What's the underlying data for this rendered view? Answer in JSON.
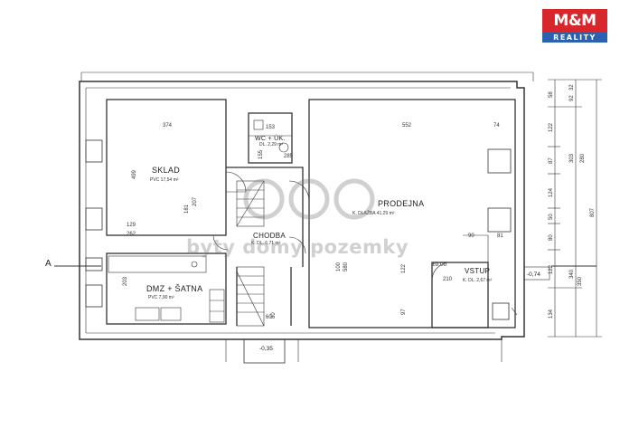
{
  "logo": {
    "brand": "M&M",
    "tagline": "REALITY"
  },
  "watermark": "byty domy pozemky",
  "section_marker": "A",
  "rooms": {
    "sklad": {
      "name": "SKLAD",
      "area": "PVC 17,54 m²"
    },
    "wc": {
      "name": "WC + ÚK.",
      "area": "DL. 2,29 m²"
    },
    "prodejna": {
      "name": "PRODEJNA",
      "area": "K. DLAŽBA 41,29 m²"
    },
    "chodba": {
      "name": "CHODBA",
      "area": "K. DL. 6,71 m²"
    },
    "dmz": {
      "name": "DMZ + ŠATNA",
      "area": "PVC 7,90 m²"
    },
    "vstup": {
      "name": "VSTUP",
      "area": "K. DL. 2,67 m²"
    }
  },
  "levels": {
    "zero": "±0,00",
    "minus_top": "-0,35",
    "minus_right": "-0,74"
  },
  "dims": {
    "d_374": "374",
    "d_153": "153",
    "d_552": "552",
    "d_74": "74",
    "d_499": "499",
    "d_129": "129",
    "d_262": "262",
    "d_181": "181",
    "d_207": "207",
    "d_155": "155",
    "d_285": "285",
    "d_90": "90",
    "d_81": "81",
    "d_100": "100",
    "d_210": "210",
    "d_60": "60",
    "d_80": "80",
    "d_122": "122",
    "d_97": "97",
    "d_203": "203",
    "d_580": "580",
    "r1": "58",
    "r2": "122",
    "r3": "87",
    "r4": "124",
    "r5": "50",
    "r6": "80",
    "r7": "122",
    "r8": "134",
    "rr1": "32",
    "rr2": "92",
    "rr3": "303",
    "rr4": "280",
    "rr5": "340",
    "rr6": "350",
    "rt": "807"
  }
}
